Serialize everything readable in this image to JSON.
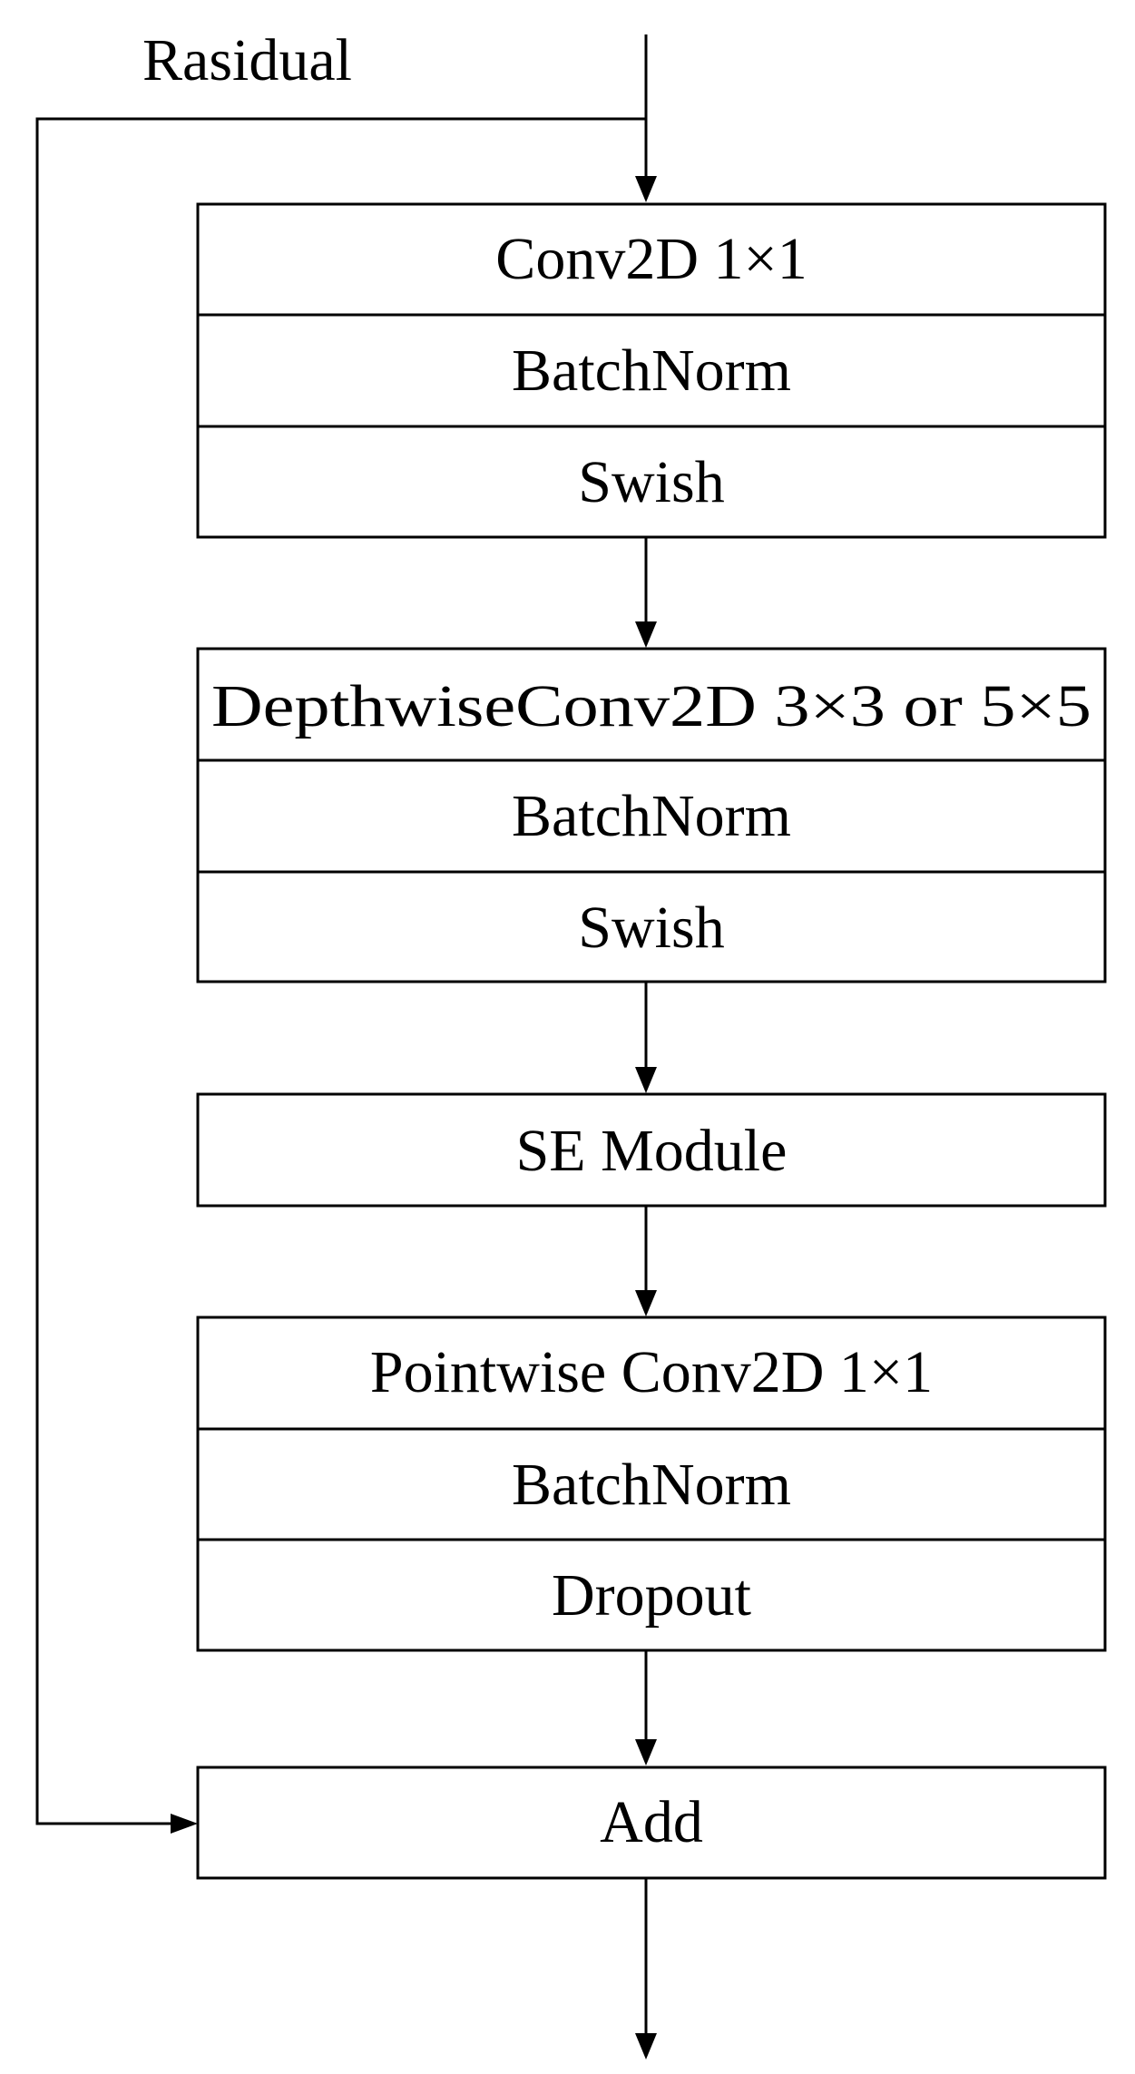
{
  "residual_label": "Rasidual",
  "blocks": [
    {
      "layers": [
        "Conv2D 1×1",
        "BatchNorm",
        "Swish"
      ]
    },
    {
      "layers": [
        "DepthwiseConv2D 3×3 or 5×5",
        "BatchNorm",
        "Swish"
      ]
    },
    {
      "layers": [
        "SE Module"
      ]
    },
    {
      "layers": [
        "Pointwise Conv2D 1×1",
        "BatchNorm",
        "Dropout"
      ]
    },
    {
      "layers": [
        "Add"
      ]
    }
  ]
}
